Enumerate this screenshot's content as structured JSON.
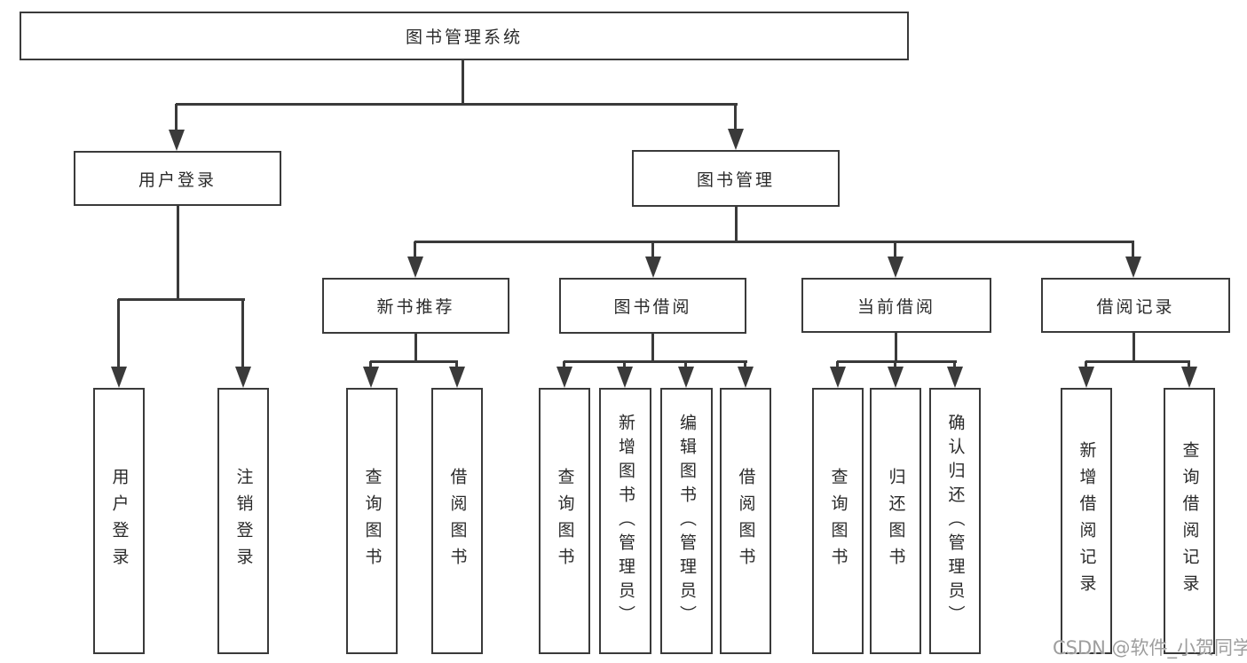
{
  "diagram": {
    "root": {
      "label": "图书管理系统"
    },
    "level2": [
      {
        "label": "用户登录"
      },
      {
        "label": "图书管理"
      }
    ],
    "level3": [
      {
        "label": "新书推荐"
      },
      {
        "label": "图书借阅"
      },
      {
        "label": "当前借阅"
      },
      {
        "label": "借阅记录"
      }
    ],
    "leaves": [
      {
        "label": "用户登录"
      },
      {
        "label": "注销登录"
      },
      {
        "label": "查询图书"
      },
      {
        "label": "借阅图书"
      },
      {
        "label": "查询图书"
      },
      {
        "label": "新增图书（管理员）"
      },
      {
        "label": "编辑图书（管理员）"
      },
      {
        "label": "借阅图书"
      },
      {
        "label": "查询图书"
      },
      {
        "label": "归还图书"
      },
      {
        "label": "确认归还（管理员）"
      },
      {
        "label": "新增借阅记录"
      },
      {
        "label": "查询借阅记录"
      }
    ]
  },
  "watermark": "CSDN @软件_小贺同学",
  "colors": {
    "line": "#3a3a3a",
    "text": "#2a2a2a",
    "watermark": "#9e9e9e",
    "background": "#ffffff"
  }
}
